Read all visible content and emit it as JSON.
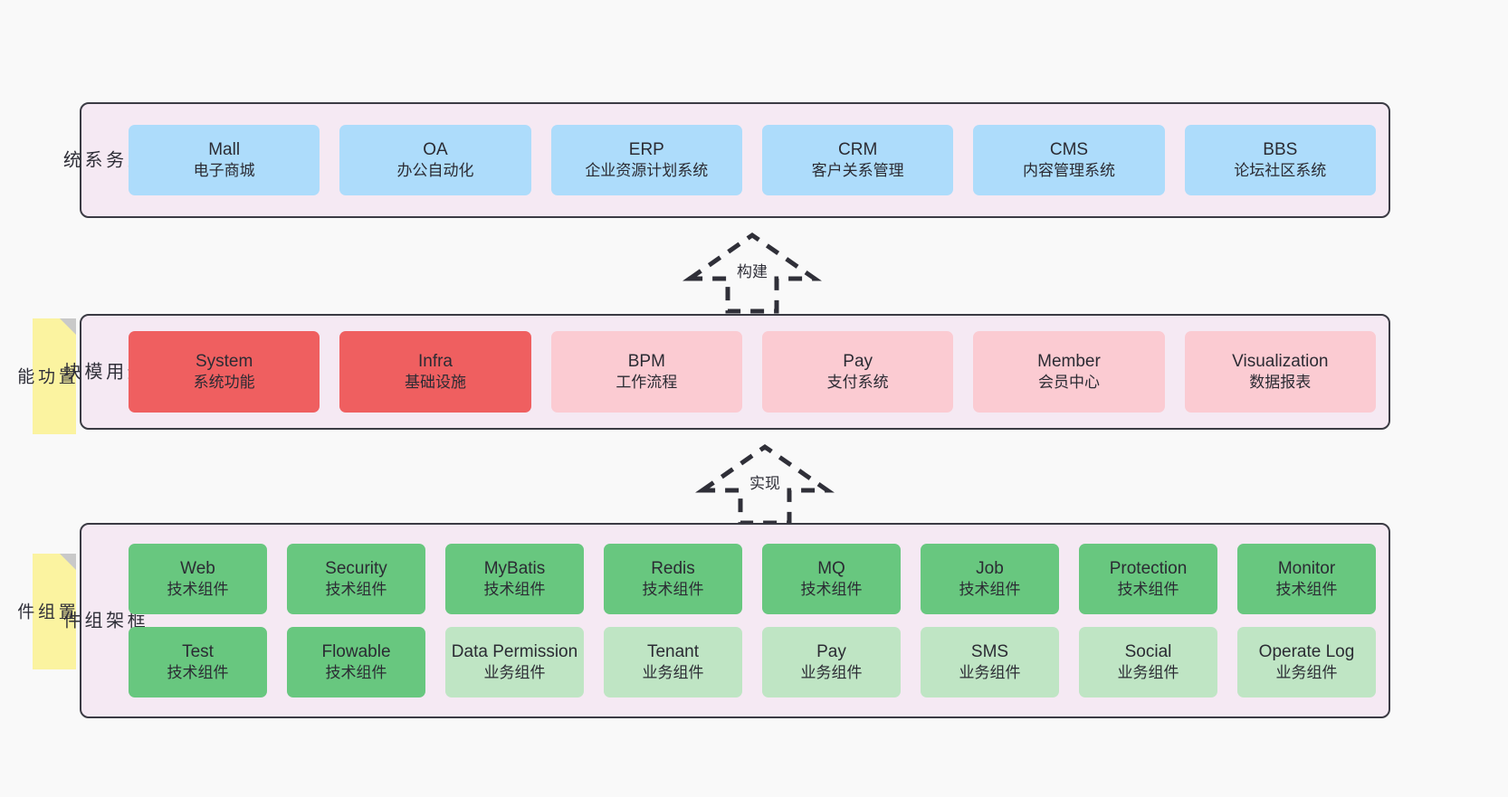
{
  "layers": [
    {
      "id": "business-system",
      "title": "业\n务\n系\n统",
      "sticky": null,
      "rows": [
        {
          "style": "blue",
          "items": [
            {
              "en": "Mall",
              "cn": "电子商城"
            },
            {
              "en": "OA",
              "cn": "办公自动化"
            },
            {
              "en": "ERP",
              "cn": "企业资源计划系统"
            },
            {
              "en": "CRM",
              "cn": "客户关系管理"
            },
            {
              "en": "CMS",
              "cn": "内容管理系统"
            },
            {
              "en": "BBS",
              "cn": "论坛社区系统"
            }
          ]
        }
      ]
    },
    {
      "id": "common-module",
      "title": "通\n用\n模\n块",
      "sticky": "内\n置\n功\n能",
      "rows": [
        {
          "style": "mixed",
          "items": [
            {
              "en": "System",
              "cn": "系统功能",
              "style": "red"
            },
            {
              "en": "Infra",
              "cn": "基础设施",
              "style": "red"
            },
            {
              "en": "BPM",
              "cn": "工作流程",
              "style": "pink"
            },
            {
              "en": "Pay",
              "cn": "支付系统",
              "style": "pink"
            },
            {
              "en": "Member",
              "cn": "会员中心",
              "style": "pink"
            },
            {
              "en": "Visualization",
              "cn": "数据报表",
              "style": "pink"
            }
          ]
        }
      ]
    },
    {
      "id": "framework-component",
      "title": "框\n架\n组\n件",
      "sticky": "内\n置\n组\n件",
      "rows": [
        {
          "style": "mixed",
          "items": [
            {
              "en": "Web",
              "cn": "技术组件",
              "style": "green"
            },
            {
              "en": "Security",
              "cn": "技术组件",
              "style": "green"
            },
            {
              "en": "MyBatis",
              "cn": "技术组件",
              "style": "green"
            },
            {
              "en": "Redis",
              "cn": "技术组件",
              "style": "green"
            },
            {
              "en": "MQ",
              "cn": "技术组件",
              "style": "green"
            },
            {
              "en": "Job",
              "cn": "技术组件",
              "style": "green"
            },
            {
              "en": "Protection",
              "cn": "技术组件",
              "style": "green"
            },
            {
              "en": "Monitor",
              "cn": "技术组件",
              "style": "green"
            }
          ]
        },
        {
          "style": "mixed",
          "items": [
            {
              "en": "Test",
              "cn": "技术组件",
              "style": "green"
            },
            {
              "en": "Flowable",
              "cn": "技术组件",
              "style": "green"
            },
            {
              "en": "Data Permission",
              "cn": "业务组件",
              "style": "lgreen"
            },
            {
              "en": "Tenant",
              "cn": "业务组件",
              "style": "lgreen"
            },
            {
              "en": "Pay",
              "cn": "业务组件",
              "style": "lgreen"
            },
            {
              "en": "SMS",
              "cn": "业务组件",
              "style": "lgreen"
            },
            {
              "en": "Social",
              "cn": "业务组件",
              "style": "lgreen"
            },
            {
              "en": "Operate Log",
              "cn": "业务组件",
              "style": "lgreen"
            }
          ]
        }
      ]
    }
  ],
  "arrows": [
    {
      "id": "build-arrow",
      "label": "构建"
    },
    {
      "id": "implement-arrow",
      "label": "实现"
    }
  ],
  "colors": {
    "canvas_bg": "#F9F9F9",
    "panel_bg": "#F5E9F3",
    "panel_border": "#3B3B44",
    "sticky_bg": "#FBF3A0",
    "sticky_fold": "#C9C9C9",
    "blue": "#ADDCFB",
    "red": "#EF5F60",
    "pink": "#FBCBD2",
    "green": "#68C77F",
    "light_green": "#BFE5C4",
    "text": "#2B2B33"
  }
}
